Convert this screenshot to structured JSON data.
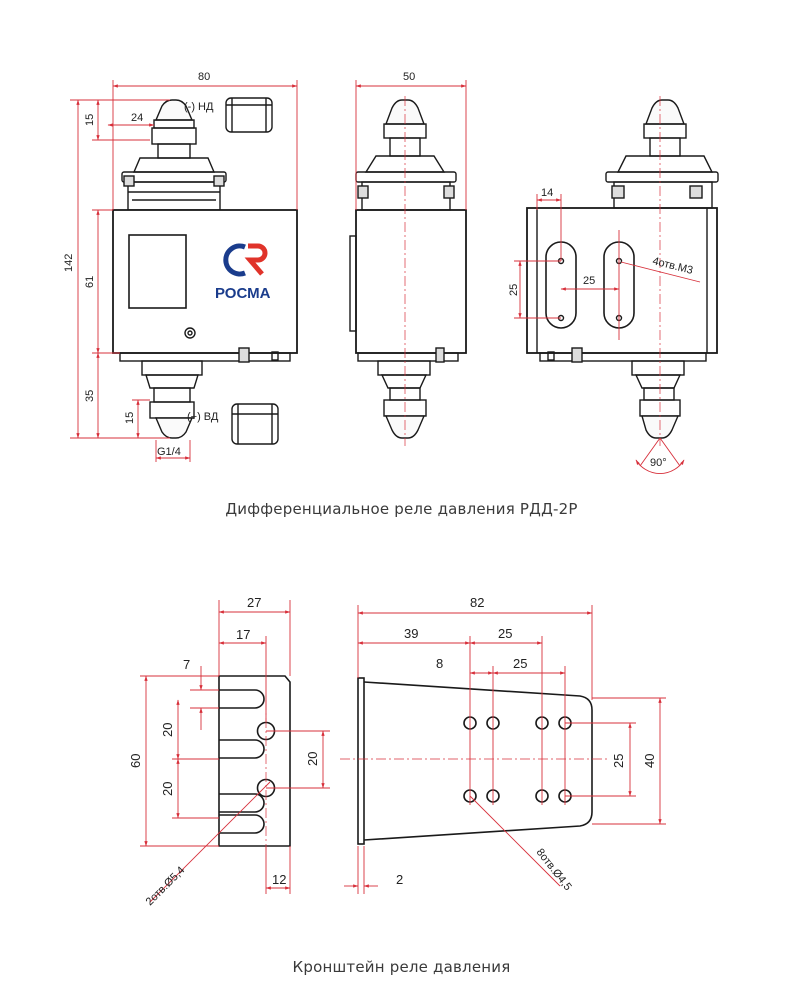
{
  "captions": {
    "relay": "Дифференциальное реле давления РДД-2Р",
    "bracket": "Кронштейн реле давления"
  },
  "logo": {
    "text": "РОСМА",
    "colors": {
      "blue": "#1a3c8c",
      "red": "#e0332a"
    }
  },
  "relay_front": {
    "dim_width": "80",
    "dim_height_total": "142",
    "dim_top": "15",
    "dim_body": "61",
    "dim_bottom": "35",
    "dim_fitting_top": "24",
    "dim_fitting_bottom": "15",
    "label_low": "(-) НД",
    "label_high": "(+) ВД",
    "thread": "G1/4"
  },
  "relay_side": {
    "dim_width": "50"
  },
  "relay_back": {
    "dim_offset": "14",
    "dim_hole_spacing_h": "25",
    "dim_hole_spacing_v": "25",
    "holes_note": "4отв.М3",
    "angle": "90°"
  },
  "bracket_side": {
    "dim_width": "27",
    "dim_inner": "17",
    "dim_slot": "7",
    "dim_height": "60",
    "dim_pitch_1": "20",
    "dim_pitch_2": "20",
    "dim_pitch_right": "20",
    "dim_bottom": "12",
    "holes_note": "2отв.Ø5,4"
  },
  "bracket_top": {
    "dim_length": "82",
    "dim_39": "39",
    "dim_25_top": "25",
    "dim_8": "8",
    "dim_25_inner": "25",
    "dim_25_right": "25",
    "dim_40_right": "40",
    "dim_thickness": "2",
    "holes_note": "8отв.Ø4,5"
  },
  "colors": {
    "dimension_line": "#d7303b",
    "outline": "#1a1a1a"
  }
}
